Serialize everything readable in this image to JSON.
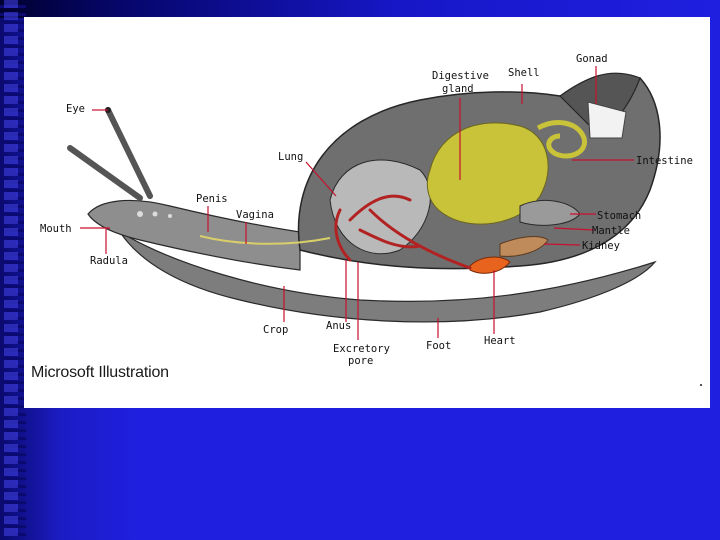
{
  "slide": {
    "caption": "Microsoft Illustration"
  },
  "labels": {
    "eye": "Eye",
    "mouth": "Mouth",
    "radula": "Radula",
    "penis": "Penis",
    "vagina": "Vagina",
    "lung": "Lung",
    "digestive_gland_1": "Digestive",
    "digestive_gland_2": "gland",
    "shell": "Shell",
    "gonad": "Gonad",
    "intestine": "Intestine",
    "stomach": "Stomach",
    "mantle": "Mantle",
    "kidney": "Kidney",
    "crop": "Crop",
    "anus": "Anus",
    "excretory_pore_1": "Excretory",
    "excretory_pore_2": "pore",
    "foot": "Foot",
    "heart": "Heart"
  },
  "colors": {
    "background": "#1f1fe0",
    "panel": "#ffffff",
    "body_gray": "#8a8a8a",
    "shell_gray": "#6e6e6e",
    "digestive_gland": "#c9c33a",
    "blood_vessel": "#b22222",
    "heart": "#e8641e",
    "pointer_line": "#c8102e"
  }
}
